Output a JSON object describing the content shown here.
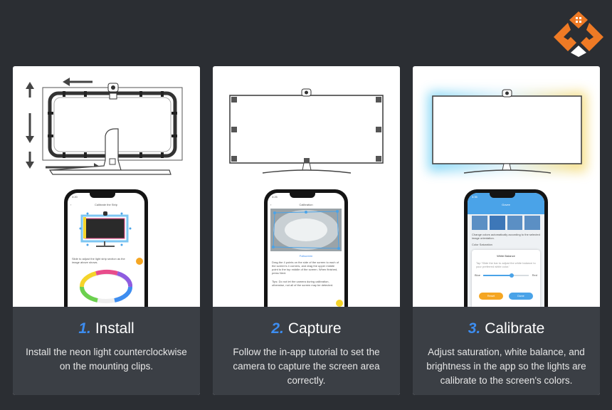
{
  "brand": {
    "logo_name": "brand-logo",
    "accent": "#ee7a25"
  },
  "steps": [
    {
      "number": "1.",
      "title": "Install",
      "description": "Install the neon light counterclockwise on the mounting clips.",
      "phone": {
        "time": "3:20",
        "screen_title": "Calibrate the Strip",
        "instruction": "Slide to adjust the light strip section as the image above shows."
      }
    },
    {
      "number": "2.",
      "title": "Capture",
      "description": "Follow the in-app tutorial to set the camera to capture the screen area correctly.",
      "phone": {
        "time": "3:25",
        "screen_title": "Calibration",
        "subtitle": "Fullscreen",
        "instruction": "Drag the 4 points on the side of the screen to each of the screen's 4 corners, and drag the upper middle point to the top middle of the screen. When finished, press Next.",
        "tips": "Tips: Do not let the camera during calibration, otherwise, not all of the screen may be detected."
      }
    },
    {
      "number": "3.",
      "title": "Calibrate",
      "description": "Adjust saturation, white balance, and brightness in the app so the lights are calibrate to the screen's colors.",
      "phone": {
        "time": "3:35",
        "app_title": "Govee",
        "mode_hint": "Change colors automatically according to the selected image orientation.",
        "color_label": "Color Saturation",
        "dialog_title": "White Balance",
        "dialog_text": "Tap 'Slide the bar to adjust the white balance to your preferred white color.'",
        "slider_left": "Blue",
        "slider_right": "Red",
        "slider_level": 0.62,
        "reset_label": "Reset",
        "done_label": "Done"
      }
    }
  ],
  "colors": {
    "number": "#3d8df0",
    "caption_bg": "#3b3f45",
    "page_bg": "#2b2e33"
  }
}
